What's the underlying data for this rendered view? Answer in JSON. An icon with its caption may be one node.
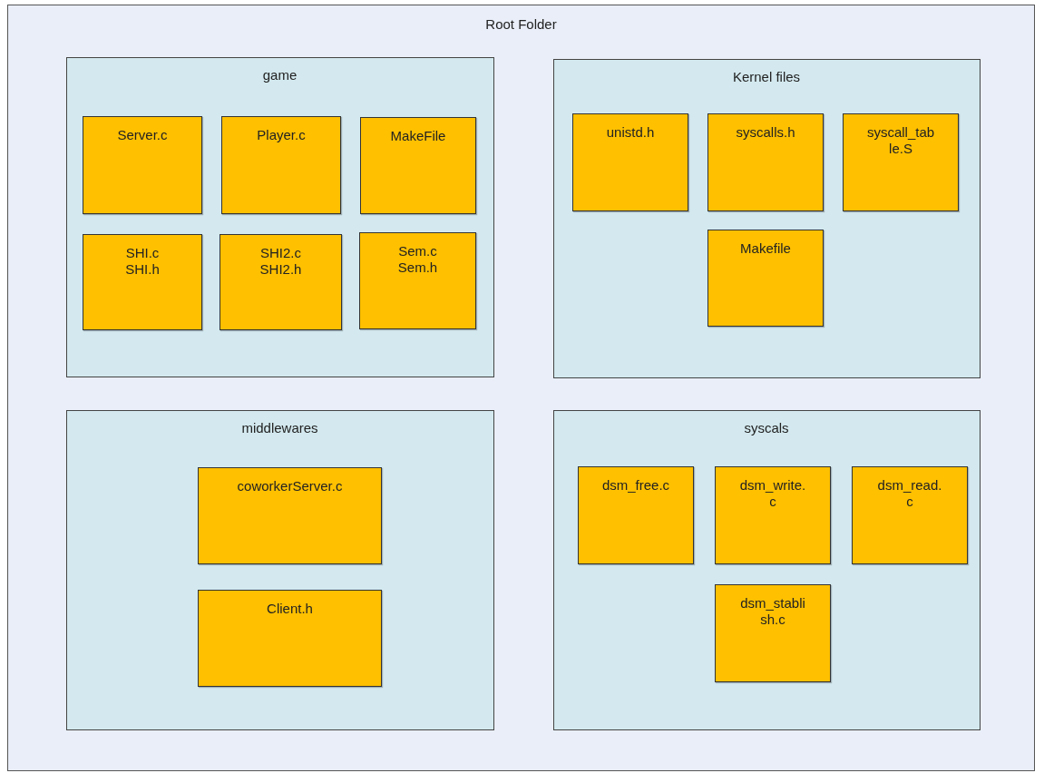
{
  "diagram": {
    "nodes": [
      {
        "text": [
          "Root Folder"
        ]
      },
      {
        "text": [
          "game"
        ],
        "in": 0
      },
      {
        "text": [
          "Server.c"
        ],
        "in": 1
      },
      {
        "text": [
          "Player.c"
        ],
        "in": 1
      },
      {
        "text": [
          "MakeFile"
        ],
        "in": 1
      },
      {
        "text": [
          "SHI.c SHI.h"
        ],
        "in": 1
      },
      {
        "text": [
          "SHI2.c SHI2.h"
        ],
        "in": 1
      },
      {
        "text": [
          "Sem.c Sem.h"
        ],
        "in": 1
      },
      {
        "text": [
          "Kernel files"
        ],
        "in": 0
      },
      {
        "text": [
          "unistd.h"
        ],
        "in": 8
      },
      {
        "text": [
          "syscalls.h"
        ],
        "in": 8
      },
      {
        "text": [
          "syscall_tab le.S"
        ],
        "in": 8
      },
      {
        "text": [
          "Makefile"
        ],
        "in": 8
      },
      {
        "text": [
          "middlewares"
        ],
        "in": 0
      },
      {
        "text": [
          "coworkerServer.c"
        ],
        "in": 13
      },
      {
        "text": [
          "Client.h"
        ],
        "in": 13
      },
      {
        "text": [
          "syscals"
        ],
        "in": 0
      },
      {
        "text": [
          "dsm_free.c"
        ],
        "in": 16
      },
      {
        "text": [
          "dsm_write. c"
        ],
        "in": 16
      },
      {
        "text": [
          "dsm_read. c"
        ],
        "in": 16
      },
      {
        "text": [
          "dsm_stabli sh.c"
        ],
        "in": 16
      }
    ]
  }
}
